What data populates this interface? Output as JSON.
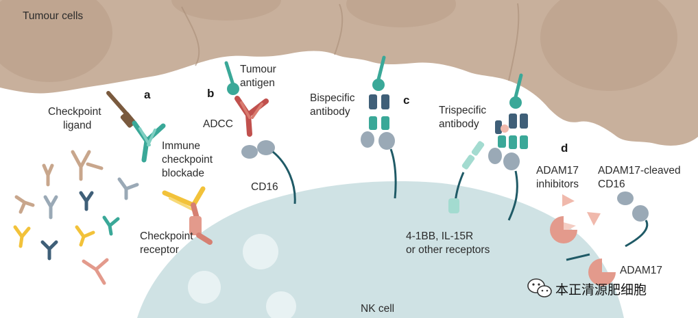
{
  "labels": {
    "tumour_cells": "Tumour cells",
    "checkpoint_ligand": [
      "Checkpoint",
      "ligand"
    ],
    "immune_blockade": [
      "Immune",
      "checkpoint",
      "blockade"
    ],
    "checkpoint_receptor": [
      "Checkpoint",
      "receptor"
    ],
    "tumour_antigen": [
      "Tumour",
      "antigen"
    ],
    "adcc": "ADCC",
    "cd16": "CD16",
    "bispecific": [
      "Bispecific",
      "antibody"
    ],
    "trispecific": [
      "Trispecific",
      "antibody"
    ],
    "receptors": [
      "4-1BB, IL-15R",
      "or other receptors"
    ],
    "adam17_inhibitors": [
      "ADAM17",
      "inhibitors"
    ],
    "adam17_cleaved": [
      "ADAM17-cleaved",
      "CD16"
    ],
    "adam17": "ADAM17",
    "nk_cell": "NK cell"
  },
  "panels": {
    "a": "a",
    "b": "b",
    "c": "c",
    "d": "d"
  },
  "watermark": {
    "text": "本正清源肥细胞",
    "icon": "wechat-icon"
  },
  "colors": {
    "tumour": "#c8b09c",
    "tumour_nucleus": "#b89c86",
    "nk_cell": "#cfe2e4",
    "teal": "#3aa898",
    "red_antibody": "#c0504d",
    "navy": "#3f5f78",
    "cd16": "#9aa9b6",
    "yellow": "#f2c23a",
    "salmon": "#e39a8c"
  }
}
